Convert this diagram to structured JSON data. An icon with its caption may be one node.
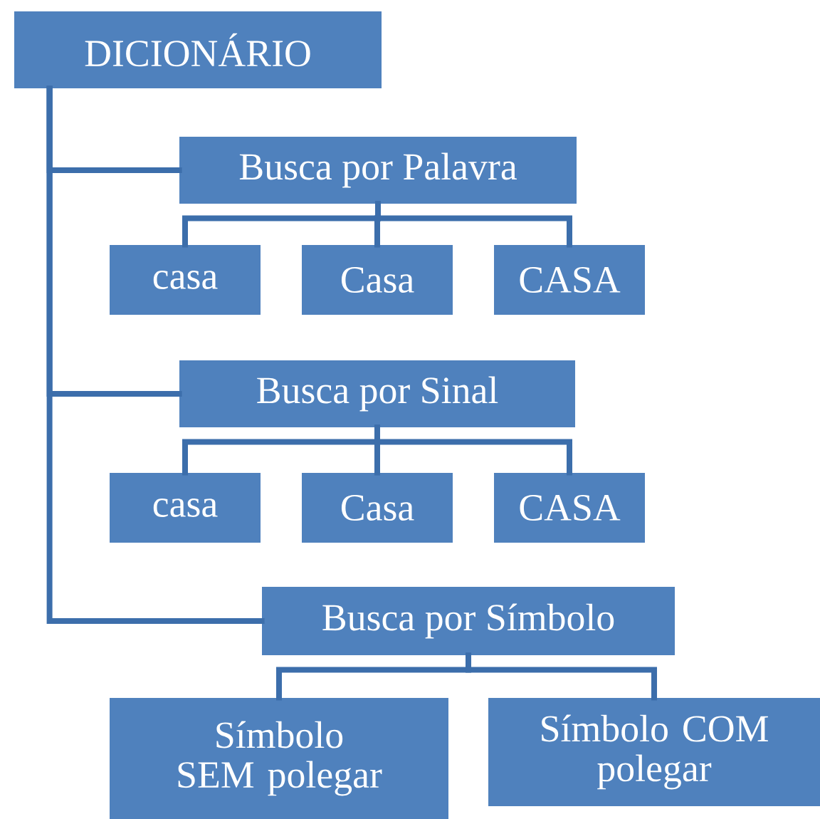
{
  "diagram": {
    "nodes": [
      {
        "text": [
          "DICIONÁRIO"
        ]
      },
      {
        "text": [
          "Busca por Palavra"
        ]
      },
      {
        "text": [
          "casa"
        ]
      },
      {
        "text": [
          "Casa"
        ]
      },
      {
        "text": [
          "CASA"
        ]
      },
      {
        "text": [
          "Busca por Sinal"
        ]
      },
      {
        "text": [
          "casa"
        ]
      },
      {
        "text": [
          "Casa"
        ]
      },
      {
        "text": [
          "CASA"
        ]
      },
      {
        "text": [
          "Busca por Símbolo"
        ]
      },
      {
        "text": [
          "Símbolo SEM polegar"
        ]
      },
      {
        "text": [
          "Símbolo COM polegar"
        ]
      }
    ],
    "edges": [
      {
        "from": 0,
        "to": 1,
        "arrow": "none"
      },
      {
        "from": 0,
        "to": 5,
        "arrow": "none"
      },
      {
        "from": 0,
        "to": 9,
        "arrow": "none"
      },
      {
        "from": 1,
        "to": 2,
        "arrow": "none"
      },
      {
        "from": 1,
        "to": 3,
        "arrow": "none"
      },
      {
        "from": 1,
        "to": 4,
        "arrow": "none"
      },
      {
        "from": 5,
        "to": 6,
        "arrow": "none"
      },
      {
        "from": 5,
        "to": 7,
        "arrow": "none"
      },
      {
        "from": 5,
        "to": 8,
        "arrow": "none"
      },
      {
        "from": 9,
        "to": 10,
        "arrow": "none"
      },
      {
        "from": 9,
        "to": 11,
        "arrow": "none"
      }
    ]
  }
}
